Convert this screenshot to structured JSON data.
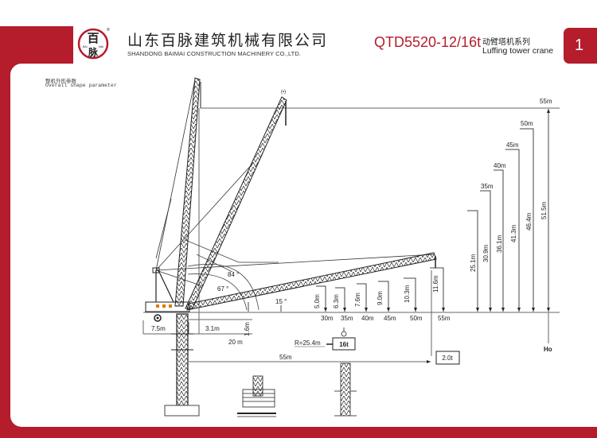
{
  "header": {
    "company_cn": "山东百脉建筑机械有限公司",
    "company_en": "SHANDONG  BAIMAI CONSTRUCTION MACHINERY CO.,LTD.",
    "logo": {
      "center_char": "百",
      "bottom_char": "脉",
      "left_text": "BAI",
      "right_text": "MAI",
      "registered": "®"
    },
    "model": "QTD5520-12/16t",
    "series_cn": "动臂塔机系列",
    "series_en": "Luffing tower crane",
    "page_number": "1"
  },
  "caption": {
    "cn": "整机外形参数",
    "en": "Overall shape parameter"
  },
  "colors": {
    "brand_red": "#b51c2c",
    "line": "#555555"
  },
  "diagram": {
    "top_reference_label": "55m",
    "radius_height_pairs": [
      {
        "radius": "35m",
        "height": "25.1m"
      },
      {
        "radius": "35m",
        "height": "30.9m"
      },
      {
        "radius": "40m",
        "height": "36.1m"
      },
      {
        "radius": "45m",
        "height": "41.3m"
      },
      {
        "radius": "50m",
        "height": "46.4m"
      },
      {
        "radius": "55m",
        "height": "51.5m"
      }
    ],
    "upper_radius_labels": [
      "35m",
      "40m",
      "45m",
      "50m",
      "55m"
    ],
    "low_boom_heights": [
      "5.0m",
      "6.3m",
      "7.6m",
      "9.0m",
      "10.3m",
      "11.6m"
    ],
    "low_boom_radii": [
      "30m",
      "35m",
      "40m",
      "45m",
      "50m",
      "55m"
    ],
    "angles": {
      "max": "84 °",
      "mid": "67 °",
      "min": "15 °"
    },
    "tail_radius": "7.5m",
    "pivot_offset": "3.1m",
    "min_radius": "20 m",
    "pivot_height": "1.6m",
    "hook_radius": "R=25.4m",
    "max_load": "16t",
    "tip_load": "2.0t",
    "max_radius": "55m",
    "height_under_hook": "Ho",
    "hook_marker": "(▪)"
  }
}
